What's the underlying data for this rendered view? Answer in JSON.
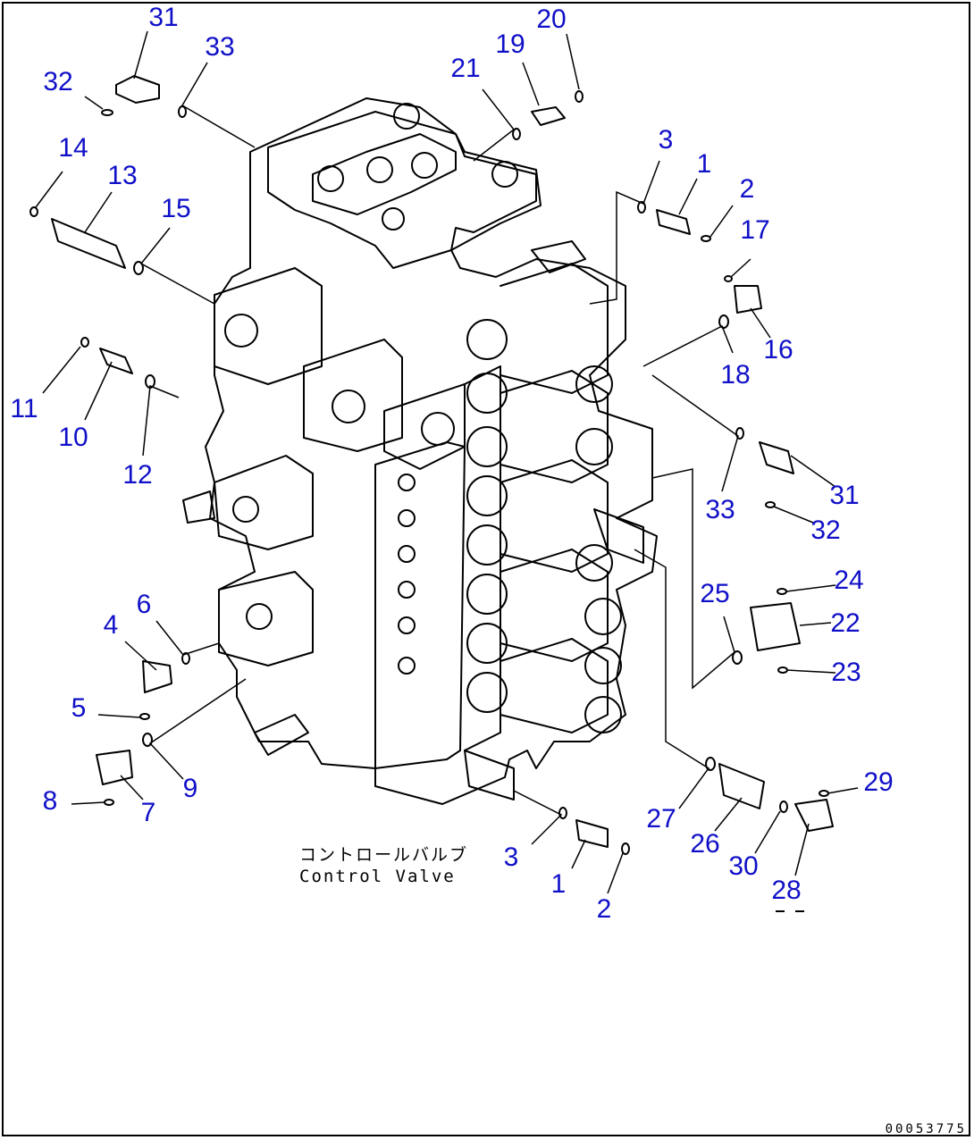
{
  "caption": {
    "jp": "コントロールバルブ",
    "en": "Control Valve"
  },
  "doc_number": "00053775",
  "callouts": [
    "31",
    "33",
    "32",
    "21",
    "19",
    "20",
    "14",
    "13",
    "15",
    "3",
    "1",
    "2",
    "17",
    "16",
    "18",
    "11",
    "10",
    "12",
    "33",
    "31",
    "32",
    "24",
    "25",
    "22",
    "23",
    "6",
    "4",
    "5",
    "9",
    "7",
    "8",
    "29",
    "27",
    "26",
    "30",
    "28",
    "3",
    "1",
    "2"
  ],
  "colors": {
    "callout": "#1010c8",
    "line": "#000000"
  }
}
